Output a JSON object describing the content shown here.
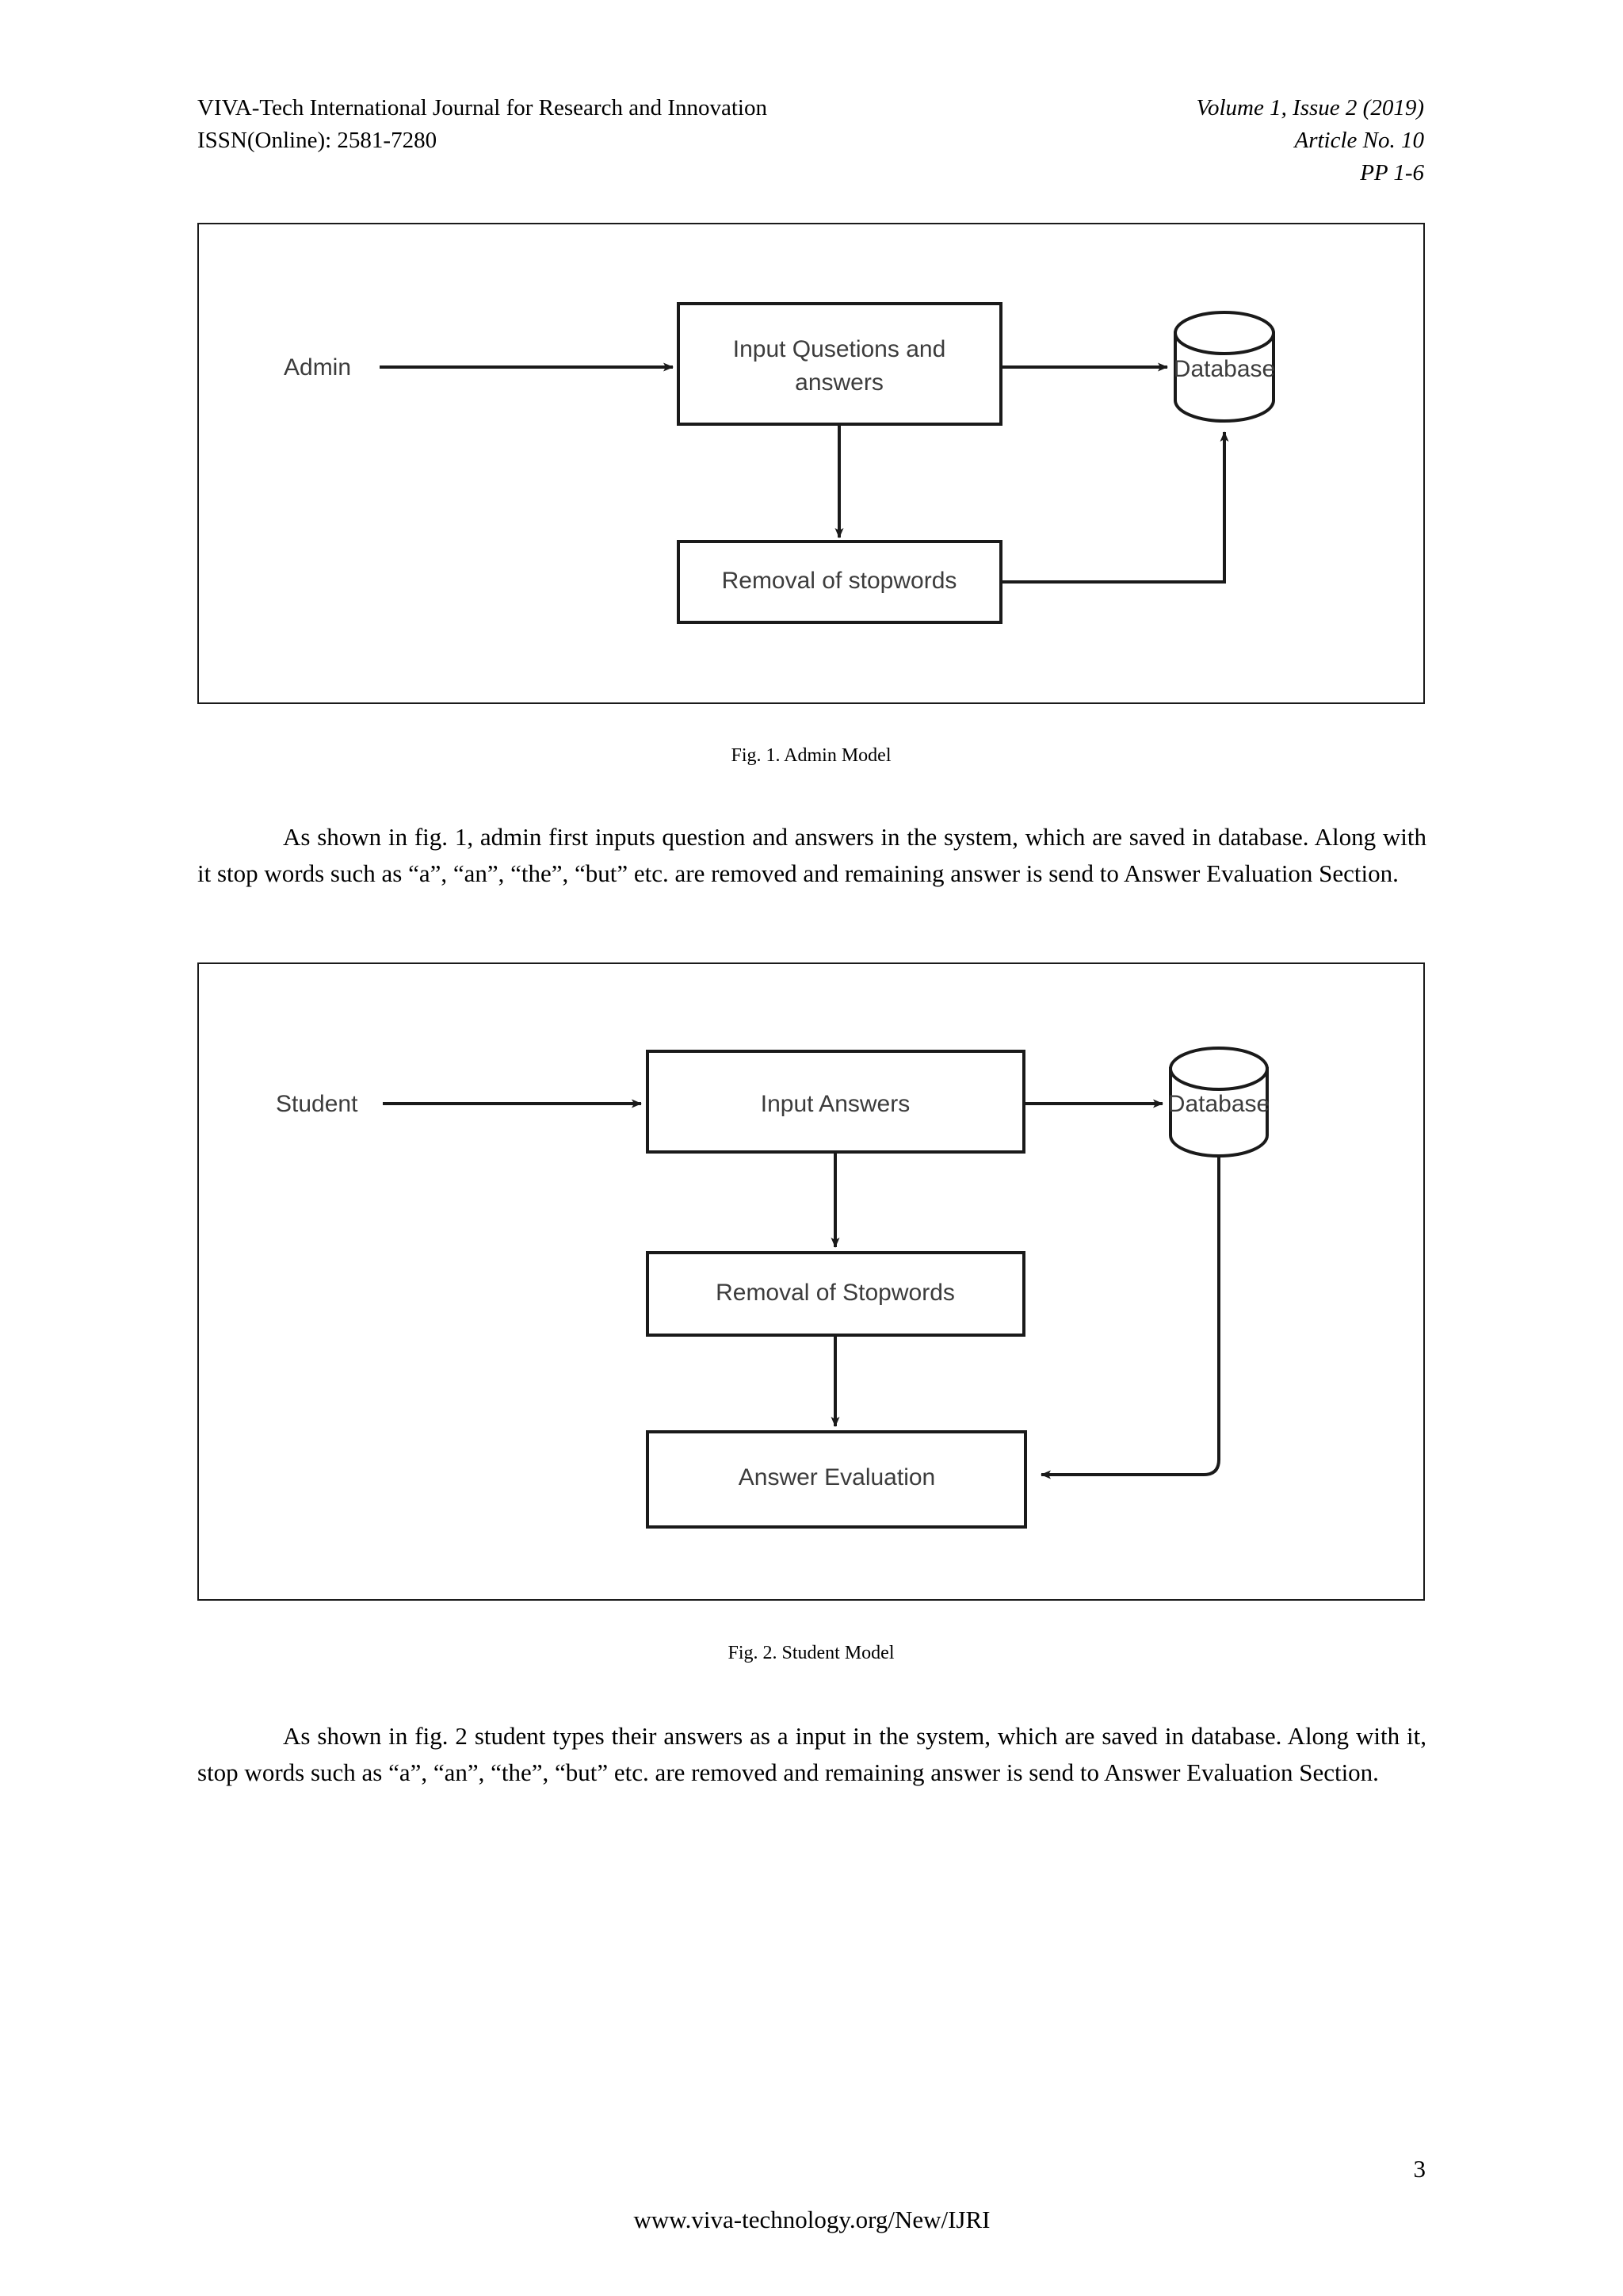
{
  "header": {
    "journal_name": "VIVA-Tech International Journal for Research and Innovation",
    "issn": "ISSN(Online): 2581-7280",
    "volume": "Volume 1, Issue 2 (2019)",
    "article_no": "Article No. 10",
    "pages": "PP 1-6"
  },
  "figure1": {
    "caption": "Fig. 1. Admin Model",
    "actor": "Admin",
    "nodes": {
      "input": "Input Qusetions and answers",
      "input_line1": "Input Qusetions and",
      "input_line2": "answers",
      "stopwords": "Removal of stopwords",
      "database": "Database"
    }
  },
  "paragraph1": "As shown in fig. 1, admin first inputs question and answers in the system, which are saved in database. Along with it stop words such as “a”, “an”, “the”, “but” etc. are removed and remaining answer is send to Answer Evaluation Section.",
  "figure2": {
    "caption": "Fig. 2. Student Model",
    "actor": "Student",
    "nodes": {
      "input": "Input Answers",
      "stopwords": "Removal of Stopwords",
      "evaluation": "Answer Evaluation",
      "database": "Database"
    }
  },
  "paragraph2": "As shown in fig. 2 student types their answers as a input in the system, which are saved in database. Along with it, stop words such as “a”, “an”, “the”, “but” etc. are removed and remaining answer is send to Answer Evaluation Section.",
  "footer": {
    "page_number": "3",
    "url": "www.viva-technology.org/New/IJRI"
  },
  "colors": {
    "ink": "#000000",
    "diagram_stroke": "#1a1a1a",
    "diagram_text": "#3c3c3c",
    "background": "#ffffff"
  }
}
